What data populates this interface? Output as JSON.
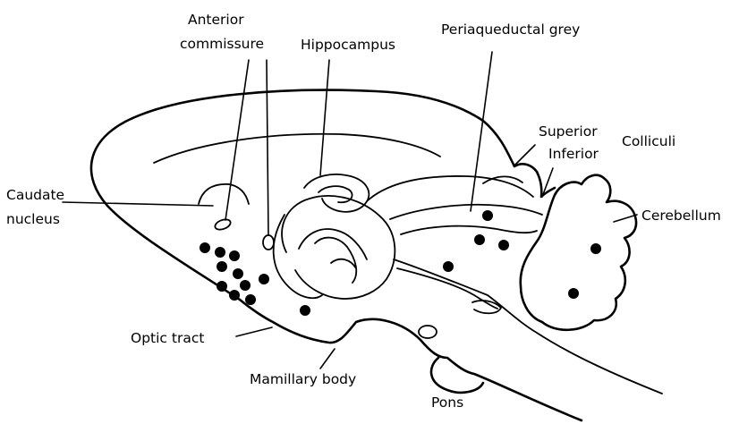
{
  "diagram": {
    "labels": {
      "anterior_commissure_line1": "Anterior",
      "anterior_commissure_line2": "commissure",
      "hippocampus": "Hippocampus",
      "periaqueductal_grey": "Periaqueductal grey",
      "superior": "Superior",
      "inferior": "Inferior",
      "colliculi": "Colliculi",
      "caudate_line1": "Caudate",
      "caudate_line2": "nucleus",
      "cerebellum": "Cerebellum",
      "optic_tract": "Optic tract",
      "mamillary_body": "Mamillary body",
      "pons": "Pons"
    },
    "colors": {
      "ink": "#000000",
      "background": "#ffffff"
    }
  }
}
